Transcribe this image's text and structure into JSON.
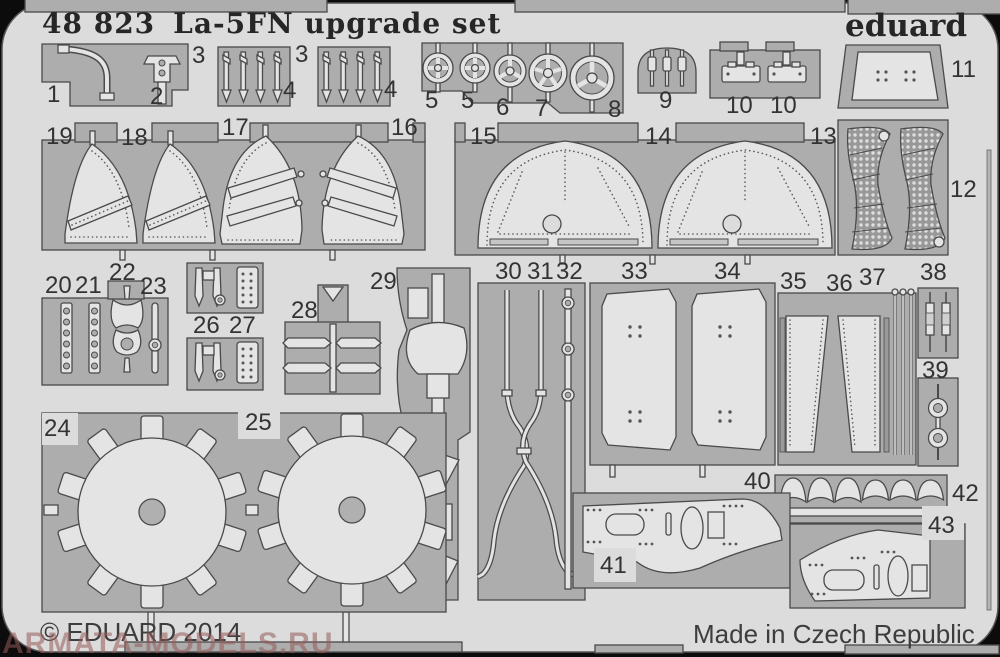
{
  "product": {
    "catalog_number": "48 823",
    "name": "La-5FN upgrade set",
    "brand": "eduard"
  },
  "footer": {
    "copyright": "© EDUARD 2014",
    "made_in": "Made in Czech Republic"
  },
  "watermark": "ARMATA-MODELS.RU",
  "colors": {
    "background": "#0c0c0c",
    "sheet": "#dcdcdc",
    "frame_gray": "#adadad",
    "part_gray": "#e4e4e4",
    "outline": "#4a4a4a",
    "label_text": "#333333",
    "watermark": "rgba(150,90,90,0.55)"
  },
  "part_labels": [
    "1",
    "2",
    "3",
    "4",
    "3",
    "4",
    "5",
    "5",
    "6",
    "7",
    "8",
    "9",
    "10",
    "10",
    "11",
    "19",
    "18",
    "17",
    "16",
    "15",
    "14",
    "13",
    "12",
    "20",
    "21",
    "22",
    "23",
    "26",
    "27",
    "28",
    "29",
    "30",
    "31",
    "32",
    "33",
    "34",
    "35",
    "36",
    "37",
    "38",
    "39",
    "24",
    "25",
    "40",
    "41",
    "42",
    "43"
  ]
}
